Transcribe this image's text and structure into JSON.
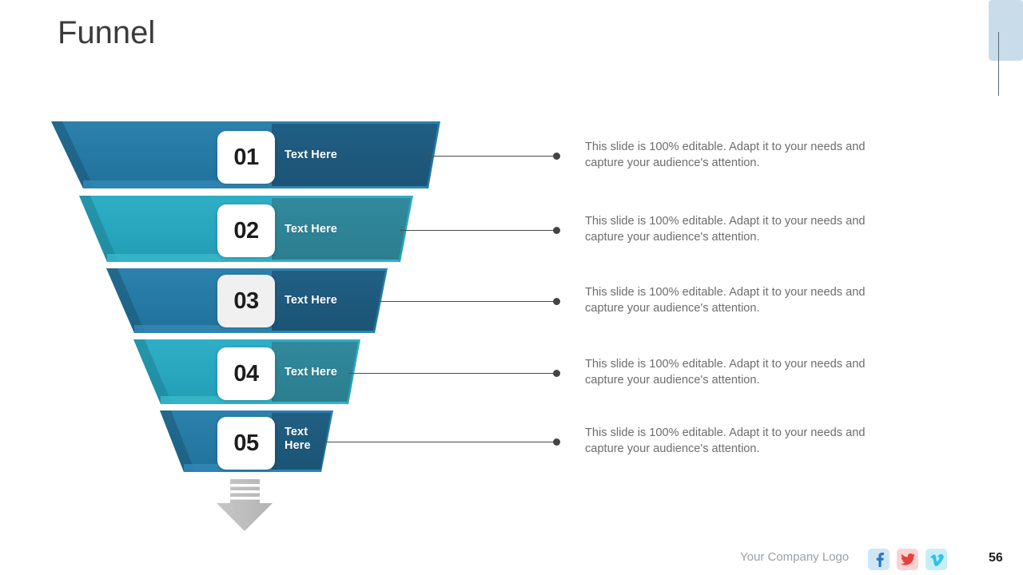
{
  "slide": {
    "title": "Funnel",
    "page_number": "56"
  },
  "colors": {
    "blue_base": "#2579A4",
    "blue_dark": "#1D5B7E",
    "blue_light_strip": "#2F84B0",
    "blue_edge_shadow": "#1A4E6B",
    "teal_base": "#27A6BE",
    "teal_dark": "#2E8496",
    "teal_light_strip": "#35B2C7",
    "teal_edge_shadow": "#1D7E91",
    "arrow_gray": "#BFBFBF",
    "connector": "#4a4a4a",
    "body_text": "#6d6d6d",
    "title_text": "#3b3b3b",
    "scrollbar": "#c9dcea"
  },
  "funnel": {
    "steps": [
      {
        "number": "01",
        "label": "Text Here",
        "label_lines": [
          "Text Here"
        ],
        "tone": "blue",
        "box_tint": "white"
      },
      {
        "number": "02",
        "label": "Text Here",
        "label_lines": [
          "Text Here"
        ],
        "tone": "teal",
        "box_tint": "white"
      },
      {
        "number": "03",
        "label": "Text Here",
        "label_lines": [
          "Text Here"
        ],
        "tone": "blue",
        "box_tint": "gray"
      },
      {
        "number": "04",
        "label": "Text Here",
        "label_lines": [
          "Text Here"
        ],
        "tone": "teal",
        "box_tint": "white"
      },
      {
        "number": "05",
        "label": "Text Here",
        "label_lines": [
          "Text",
          "Here"
        ],
        "tone": "blue",
        "box_tint": "white"
      }
    ],
    "arrow_icon": "down-arrow-icon"
  },
  "descriptions": [
    {
      "text": "This slide is 100% editable. Adapt it to your needs and capture your audience's attention."
    },
    {
      "text": "This slide is 100% editable. Adapt it to your needs and capture your audience's attention."
    },
    {
      "text": "This slide is 100% editable. Adapt it to your needs and capture your audience's attention."
    },
    {
      "text": "This slide is 100% editable. Adapt it to your needs and capture your audience's attention."
    },
    {
      "text": "This slide is 100% editable. Adapt it to your needs and capture your audience's attention."
    }
  ],
  "footer": {
    "company_logo_text": "Your Company Logo",
    "social": [
      {
        "name": "facebook-icon",
        "glyph": "f"
      },
      {
        "name": "twitter-icon",
        "glyph": "twitter-bird"
      },
      {
        "name": "vimeo-icon",
        "glyph": "v"
      }
    ]
  }
}
